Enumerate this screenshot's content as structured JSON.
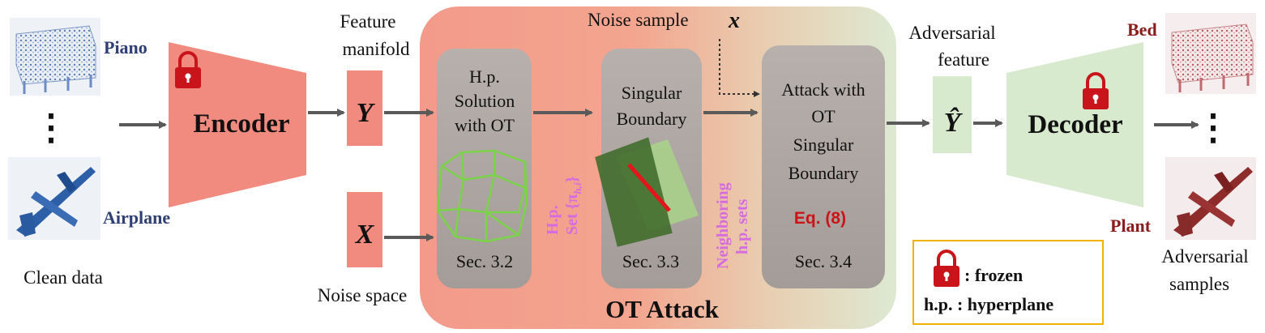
{
  "colors": {
    "encoder": "#f28b7f",
    "decoder": "#d8eacd",
    "panel_left": "#f4a090",
    "panel_right": "#dfe9d4",
    "box_gray": "#a8a09c",
    "brand_blue": "#2f3f75",
    "dark_red": "#8b1c1c",
    "lock_red": "#c9141b",
    "magenta": "#d66be0",
    "legend_border": "#f0b400",
    "polygon_green": "#7bd34a",
    "square_dark": "#3f6b2a",
    "square_light": "#a8d08a"
  },
  "inputs": {
    "piano_label": "Piano",
    "airplane_label": "Airplane",
    "dots": "⋮",
    "caption": "Clean data"
  },
  "encoder": {
    "label": "Encoder",
    "lock_icon": "lock-icon"
  },
  "feature": {
    "title_line1": "Feature",
    "title_line2": "manifold",
    "symbol": "Y",
    "noise_symbol": "X",
    "noise_caption": "Noise space"
  },
  "ot_attack": {
    "title": "OT Attack",
    "noise_sample": "Noise  sample",
    "noise_var": "x",
    "box1": {
      "lines": [
        "H.p.",
        "Solution",
        "with OT"
      ],
      "section": "Sec. 3.2"
    },
    "box2": {
      "lines": [
        "Singular",
        "Boundary"
      ],
      "section": "Sec. 3.3"
    },
    "box3": {
      "lines": [
        "Attack with",
        "OT",
        "Singular",
        "Boundary"
      ],
      "equation": "Eq. (8)",
      "section": "Sec. 3.4"
    },
    "hp_set_line1": "H.p.",
    "hp_set_line2": "Set {π",
    "hp_set_sub": "h,i",
    "hp_set_close": "}",
    "neighboring_line1": "Neighboring",
    "neighboring_line2": "h.p. sets"
  },
  "adversarial": {
    "title_line1": "Adversarial",
    "title_line2": "feature",
    "symbol": "Ŷ"
  },
  "decoder": {
    "label": "Decoder",
    "lock_icon": "lock-icon"
  },
  "outputs": {
    "bed_label": "Bed",
    "plant_label": "Plant",
    "dots": "⋮",
    "caption_line1": "Adversarial",
    "caption_line2": "samples"
  },
  "legend": {
    "frozen": ": frozen",
    "hyperplane": "h.p. : hyperplane"
  }
}
